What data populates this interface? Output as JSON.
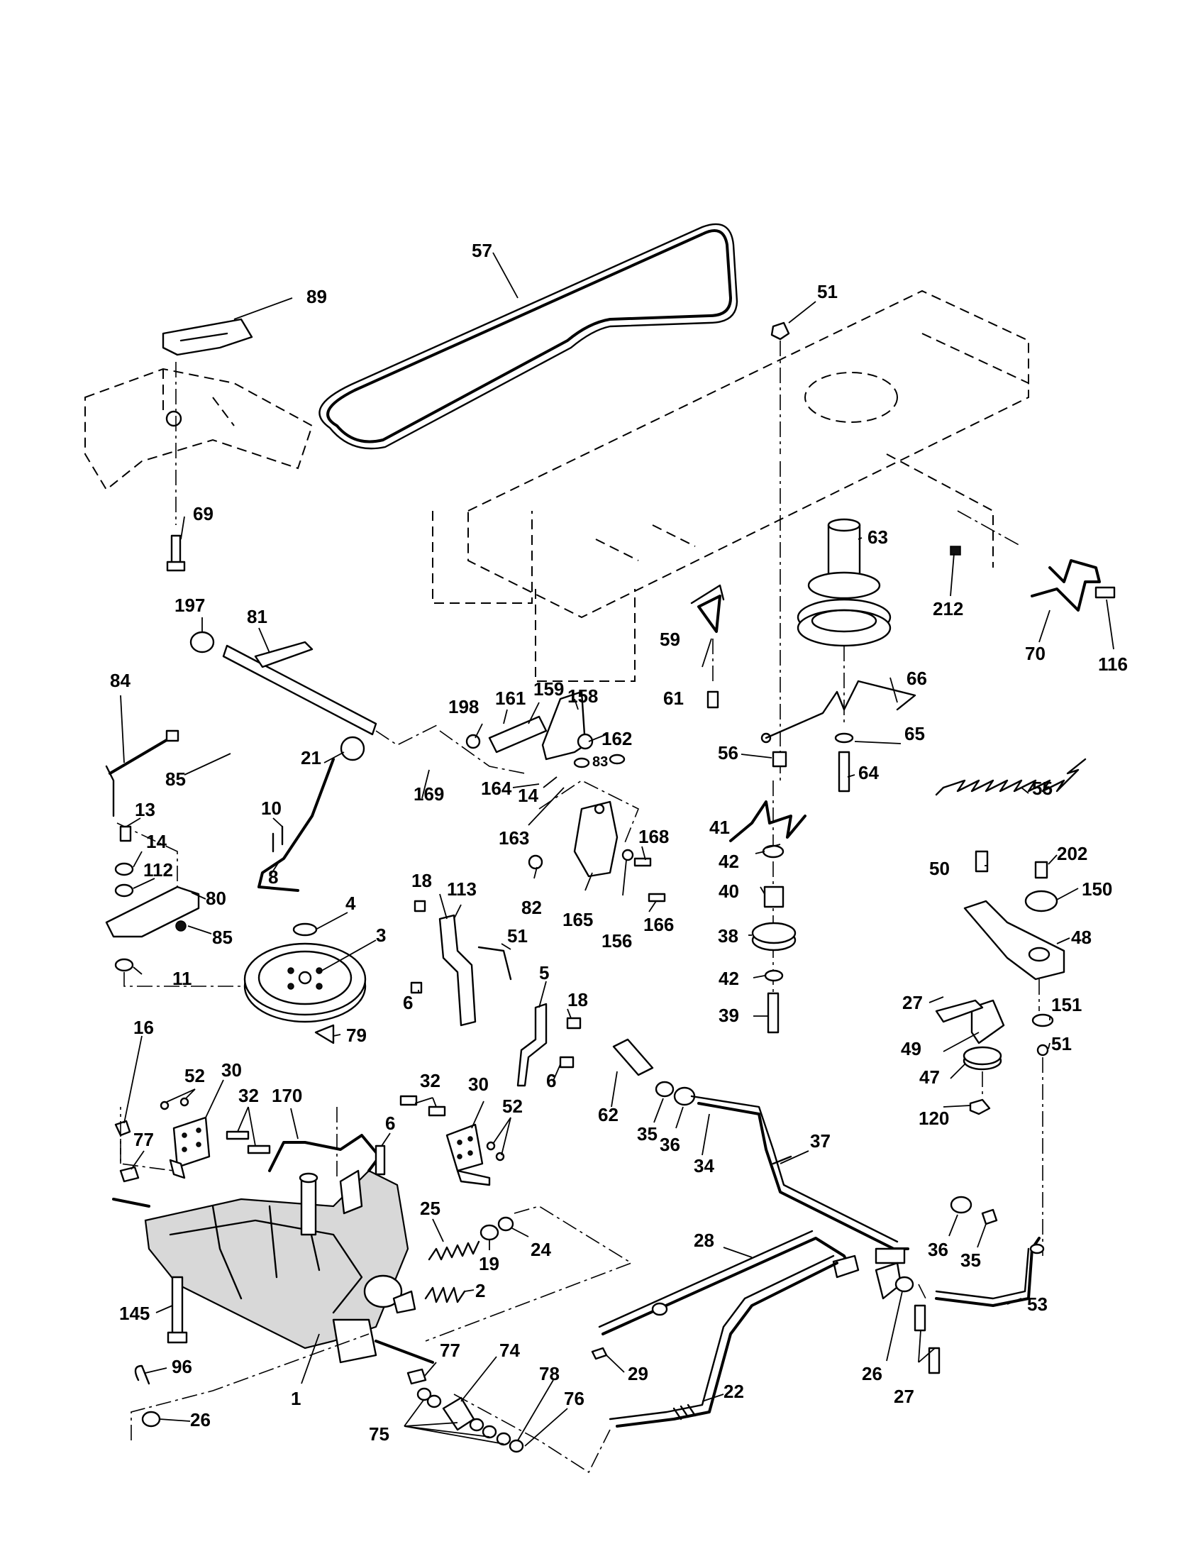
{
  "labels": {
    "p57": "57",
    "p89": "89",
    "p51a": "51",
    "p69": "69",
    "p197": "197",
    "p81": "81",
    "p63": "63",
    "p212": "212",
    "p70": "70",
    "p116": "116",
    "p59": "59",
    "p61": "61",
    "p66": "66",
    "p84": "84",
    "p198": "198",
    "p161": "161",
    "p159": "159",
    "p158": "158",
    "p162": "162",
    "p65": "65",
    "p56": "56",
    "p64": "64",
    "p55": "55",
    "p85a": "85",
    "p21": "21",
    "p169": "169",
    "p164": "164",
    "p14a": "14",
    "p83": "83",
    "p10": "10",
    "p13": "13",
    "p14b": "14",
    "p112": "112",
    "p80": "80",
    "p85b": "85",
    "p11": "11",
    "p163": "163",
    "p168": "168",
    "p41": "41",
    "p42a": "42",
    "p8": "8",
    "p4": "4",
    "p18a": "18",
    "p113": "113",
    "p82": "82",
    "p165": "165",
    "p156": "156",
    "p166": "166",
    "p40": "40",
    "p50": "50",
    "p202": "202",
    "p150": "150",
    "p3": "3",
    "p51b": "51",
    "p38": "38",
    "p48": "48",
    "p6a": "6",
    "p5": "5",
    "p18b": "18",
    "p42b": "42",
    "p39": "39",
    "p27a": "27",
    "p151": "151",
    "p79": "79",
    "p49": "49",
    "p51c": "51",
    "p47": "47",
    "p16": "16",
    "p52a": "52",
    "p30a": "30",
    "p32a": "32",
    "p6b": "6",
    "p62": "62",
    "p35a": "35",
    "p36a": "36",
    "p34": "34",
    "p120": "120",
    "p30b": "30",
    "p52b": "52",
    "p77a": "77",
    "p170": "170",
    "p6c": "6",
    "p37": "37",
    "p25": "25",
    "p24": "24",
    "p19": "19",
    "p28": "28",
    "p36b": "36",
    "p35b": "35",
    "p2": "2",
    "p53": "53",
    "p145": "145",
    "p77b": "77",
    "p74": "74",
    "p29": "29",
    "p96": "96",
    "p1": "1",
    "p78": "78",
    "p76": "76",
    "p22": "22",
    "p26a": "26",
    "p27b": "27",
    "p26b": "26",
    "p75": "75"
  }
}
